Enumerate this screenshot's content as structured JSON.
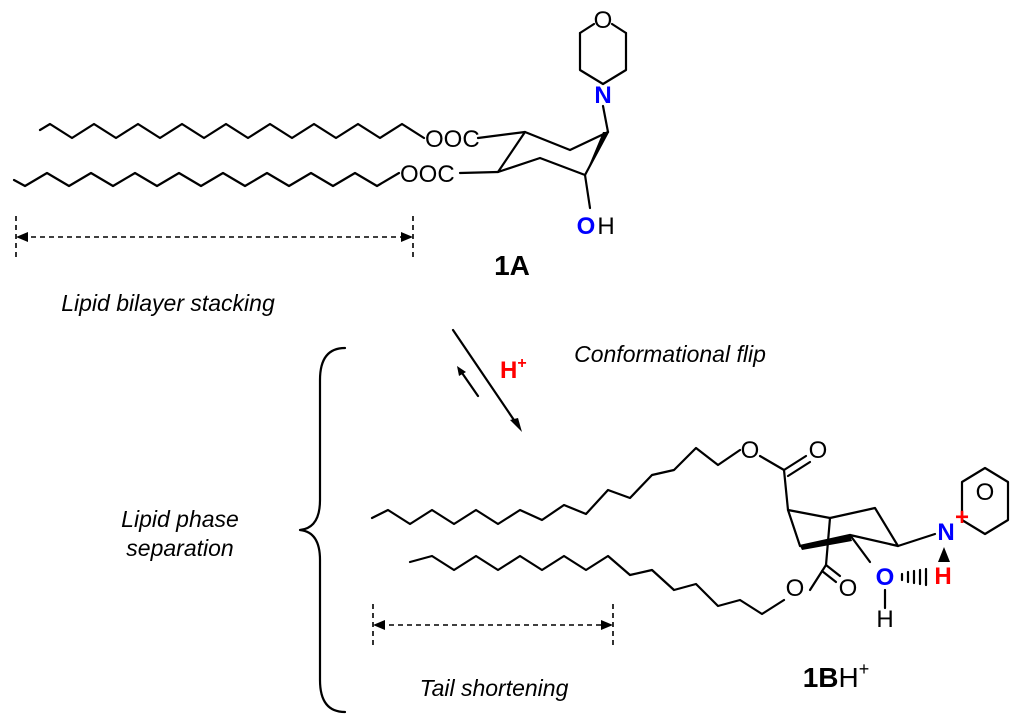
{
  "structure_1A": {
    "label": "1A",
    "ring_atom_o": "O",
    "ring_atom_n": "N",
    "ester_1": "OOC",
    "ester_2": "OOC",
    "hydroxyl_o": "O",
    "hydroxyl_h": "H"
  },
  "structure_1BH": {
    "label_bold": "1B",
    "label_suffix": "H",
    "label_sup": "+",
    "ring_atom_o": "O",
    "ammonium_n": "N",
    "ammonium_charge": "+",
    "ammonium_h": "H",
    "hydroxyl_o": "O",
    "hydroxyl_h": "H",
    "ester_upper_o1": "O",
    "ester_upper_o2": "O",
    "ester_lower_o1": "O",
    "ester_lower_o2": "O"
  },
  "captions": {
    "bilayer": "Lipid bilayer stacking",
    "flip": "Conformational flip",
    "phase_line1": "Lipid phase",
    "phase_line2": "separation",
    "tail": "Tail shortening"
  },
  "reagent": {
    "text": "H",
    "sup": "+",
    "color": "#ff0000"
  },
  "colors": {
    "nitrogen": "#0000ff",
    "oxygen_highlight": "#0000ff",
    "charge": "#ff0000"
  }
}
